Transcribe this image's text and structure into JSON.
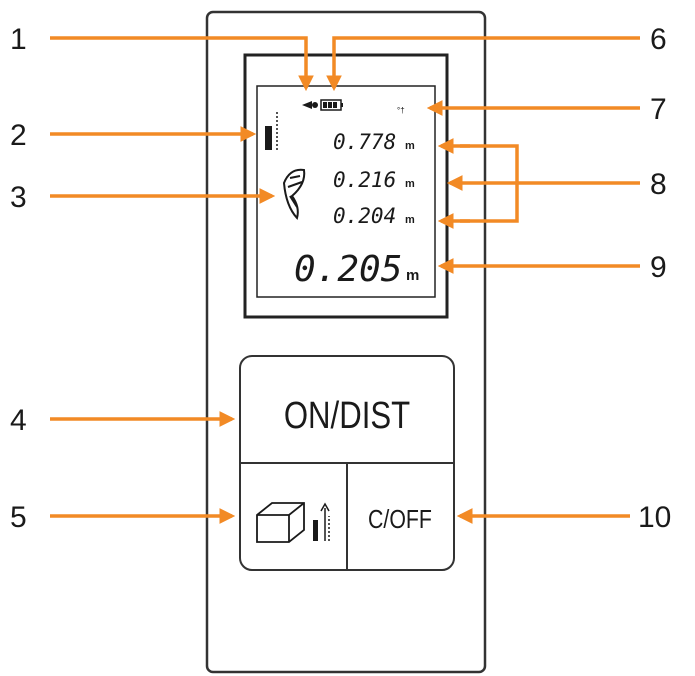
{
  "callouts": {
    "n1": "1",
    "n2": "2",
    "n3": "3",
    "n4": "4",
    "n5": "5",
    "n6": "6",
    "n7": "7",
    "n8": "8",
    "n9": "9",
    "n10": "10"
  },
  "display": {
    "mode_indicator": "°†",
    "line1_value": "0.778",
    "line1_unit": "m",
    "line2_value": "0.216",
    "line2_unit": "m",
    "line3_value": "0.204",
    "line3_unit": "m",
    "main_value": "0.205",
    "main_unit": "m"
  },
  "buttons": {
    "on_dist": "ON/DIST",
    "clear_off": "C/OFF"
  },
  "colors": {
    "accent": "#f28a25",
    "ink": "#1a1a1a",
    "body": "#ffffff"
  }
}
